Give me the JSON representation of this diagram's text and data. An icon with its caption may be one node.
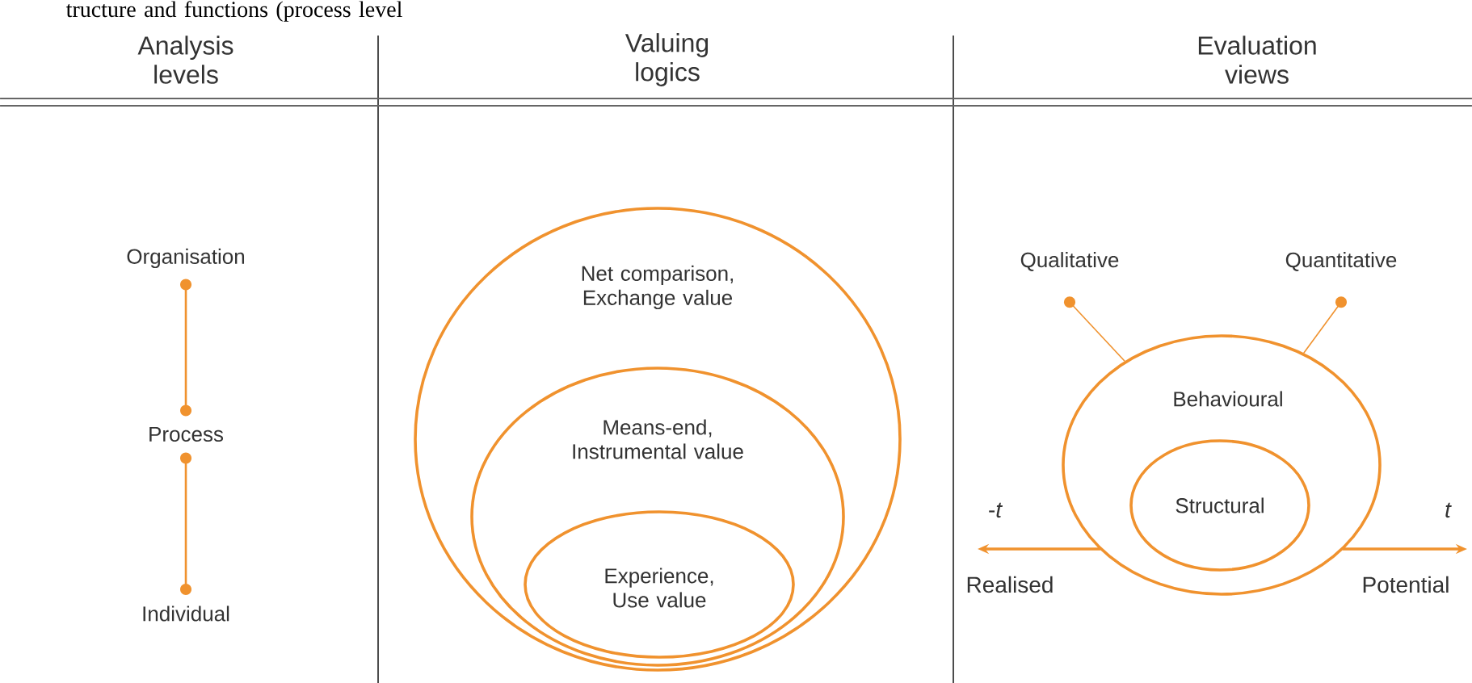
{
  "diagram": {
    "nodes": [
      {
        "text": [
          "Organisation"
        ]
      },
      {
        "text": [
          "Process"
        ]
      },
      {
        "text": [
          "Individual"
        ]
      },
      {
        "text": [
          "Net comparison, Exchange value"
        ]
      },
      {
        "text": [
          "Means-end, Instrumental value"
        ],
        "in": 3
      },
      {
        "text": [
          "Experience, Use value"
        ],
        "in": 4
      },
      {
        "text": [
          "Qualitative"
        ]
      },
      {
        "text": [
          "Quantitative"
        ]
      },
      {
        "text": [
          "Behavioural"
        ]
      },
      {
        "text": [
          "Structural"
        ],
        "in": 8
      }
    ],
    "edges": [
      {
        "from": 0,
        "to": 1,
        "arrow": "other"
      },
      {
        "from": 1,
        "to": 2,
        "arrow": "other"
      },
      {
        "from": 6,
        "to": 8,
        "arrow": "other"
      },
      {
        "from": 7,
        "to": 8,
        "arrow": "other"
      },
      {
        "from": 8,
        "to": null,
        "arrow": "to",
        "label": "Realised"
      },
      {
        "from": 8,
        "to": null,
        "arrow": "to",
        "label": "Potential"
      }
    ],
    "labels": [
      "tructure and functions (process level",
      "Analysis levels",
      "Valuing logics",
      "Evaluation views",
      "-*t*",
      "t"
    ]
  }
}
